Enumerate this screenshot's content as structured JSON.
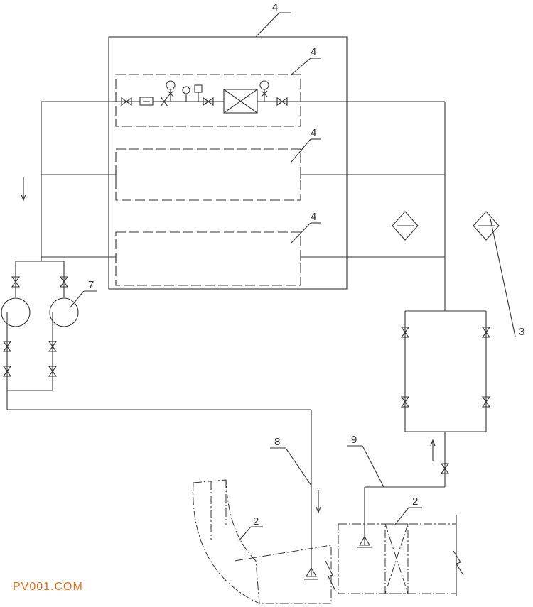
{
  "labels": {
    "outer_box": "4",
    "module_1": "4",
    "module_2": "4",
    "module_3": "4",
    "pump": "7",
    "filter": "3",
    "pipe_8": "8",
    "pipe_9": "9",
    "duct_left": "2",
    "duct_right": "2"
  },
  "watermark": "PV001.COM",
  "colors": {
    "line": "#333333",
    "watermark": "#e07020"
  }
}
